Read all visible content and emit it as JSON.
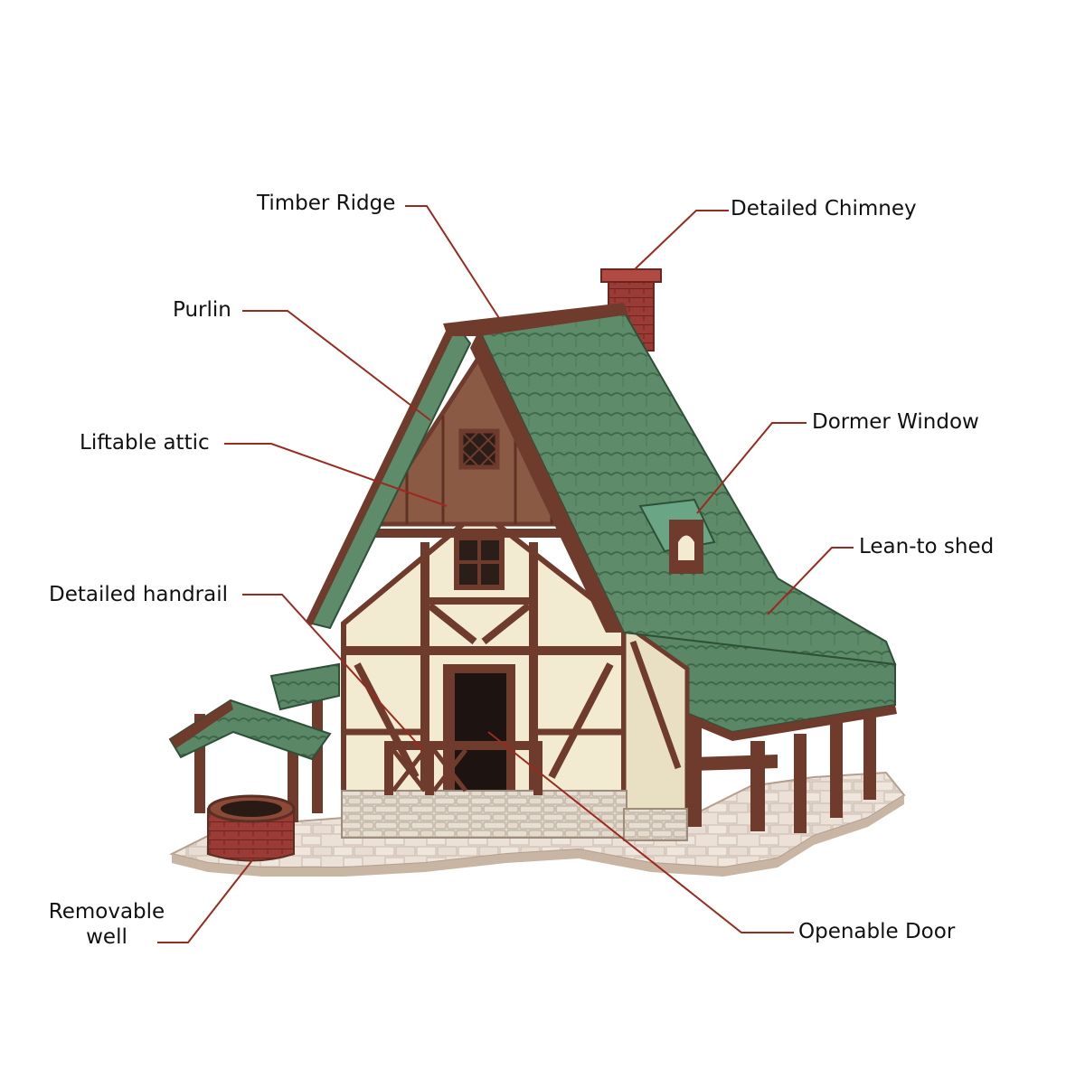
{
  "labels": {
    "timber_ridge": "Timber Ridge",
    "detailed_chimney": "Detailed Chimney",
    "purlin": "Purlin",
    "dormer_window": "Dormer Window",
    "liftable_attic": "Liftable attic",
    "lean_to_shed": "Lean-to shed",
    "detailed_handrail": "Detailed handrail",
    "removable_well_line1": "Removable",
    "removable_well_line2": "well",
    "openable_door": "Openable Door"
  },
  "colors": {
    "leader_line": "#9a2a1f",
    "roof_green": "#5e8c6a",
    "roof_green_dark": "#3f6b4c",
    "timber_brown": "#6e3b2c",
    "plaster": "#f3ead2",
    "stone": "#ddd3c6",
    "chimney_red": "#9b3b36",
    "base_tile": "#e9dfd5"
  }
}
